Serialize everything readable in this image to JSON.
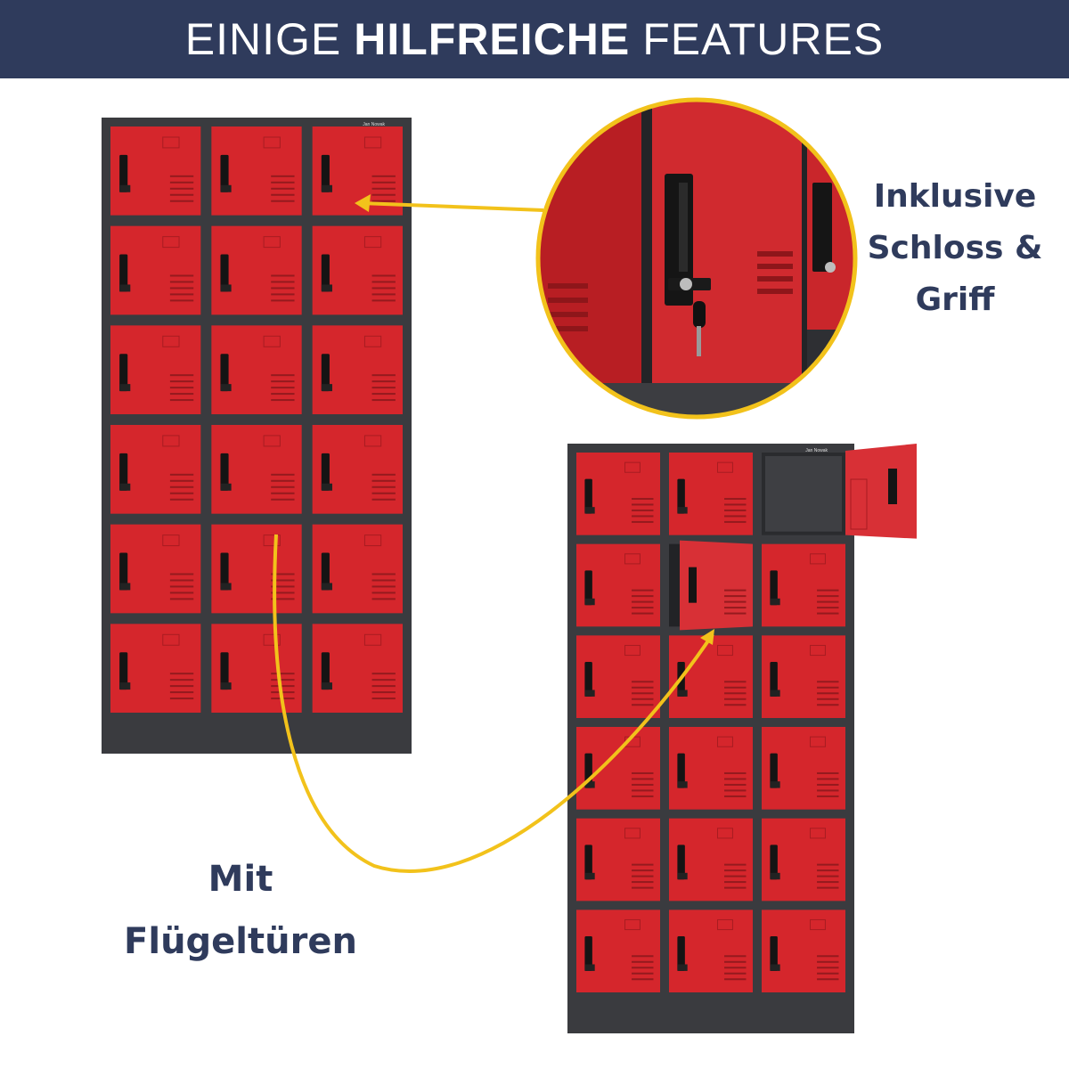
{
  "banner": {
    "title_part1": "EINIGE",
    "title_bold": "HILFREICHE",
    "title_part2": "FEATURES",
    "background": "#2f3b5c"
  },
  "callouts": {
    "lock": {
      "lines": [
        "Inklusive",
        "Schloss &",
        "Griff"
      ]
    },
    "wing_doors": {
      "lines": [
        "Mit",
        "Flügeltüren"
      ]
    }
  },
  "brand_plate": "Jan Nowak",
  "colors": {
    "door_red": "#d5262c",
    "cabinet_body": "#3a3b3f",
    "arrow_yellow": "#f2c21b",
    "text_navy": "#2f3b5c"
  }
}
